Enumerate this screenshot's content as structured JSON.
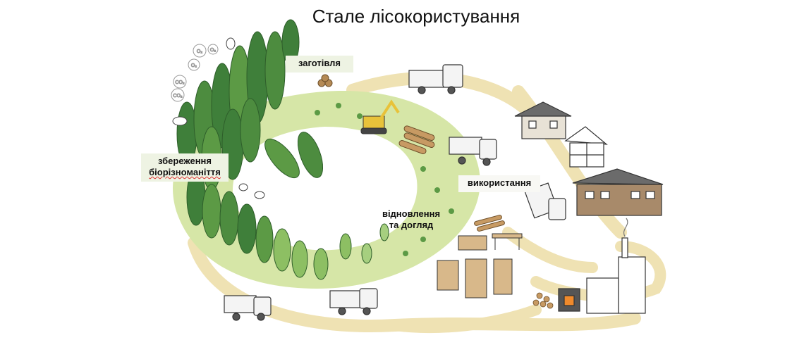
{
  "title": "Стале лісокористування",
  "labels": {
    "harvest": "заготівля",
    "biodiversity_line1": "збереження",
    "biodiversity_line2": "біорізноманіття",
    "use": "використання",
    "restoration_line1": "відновлення",
    "restoration_line2": "та догляд"
  },
  "gas_bubbles": [
    "O₂",
    "O₂",
    "O₂",
    "CO₂",
    "CO₂"
  ],
  "colors": {
    "road": "#efe2b3",
    "meadow": "#d6e6a7",
    "tree_dark": "#3f7f3a",
    "tree_mid": "#5c9a45",
    "tree_light": "#8dbf63",
    "wood": "#b58a55",
    "truck": "#f4f4f4",
    "outline": "#333333"
  }
}
